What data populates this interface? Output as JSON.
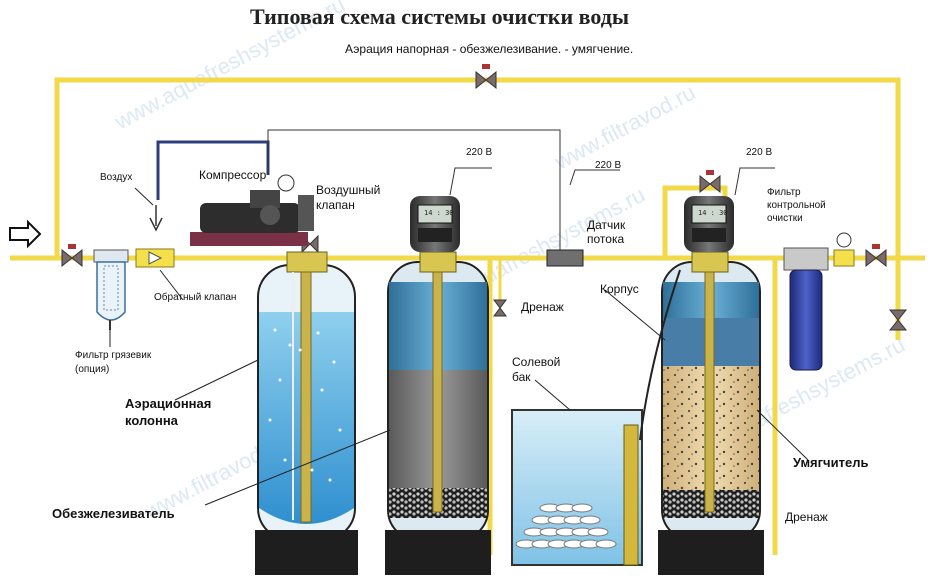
{
  "title": "Типовая схема системы очистки воды",
  "subtitle": "Аэрация напорная - обезжелезивание. - умягчение.",
  "watermark": [
    "www.aquafreshsystems.ru",
    "www.filtravod.ru"
  ],
  "labels": {
    "air": "Воздух",
    "compressor": "Компрессор",
    "air_valve_1": "Воздушный",
    "air_valve_2": "клапан",
    "check_valve": "Обратный клапан",
    "mud_filter_1": "Фильтр грязевик",
    "mud_filter_2": "(опция)",
    "aeration_1": "Аэрационная",
    "aeration_2": "колонна",
    "iron_remover": "Обезжелезиватель",
    "drain_1": "Дренаж",
    "brine_1": "Солевой",
    "brine_2": "бак",
    "flow_sensor_1": "Датчик",
    "flow_sensor_2": "потока",
    "housing": "Корпус",
    "softener": "Умягчитель",
    "drain_2": "Дренаж",
    "control_filter_1": "Фильтр",
    "control_filter_2": "контрольной",
    "control_filter_3": "очистки",
    "voltage_1": "220 В",
    "voltage_2": "220 В",
    "voltage_3": "220 В",
    "controller_time_1": "14 : 30",
    "controller_time_2": "14 : 30"
  },
  "colors": {
    "pipe": "#f2d94a",
    "tank_edge": "#111111",
    "water": "#3a9bd8",
    "gravel": "#2a2a2a",
    "sand": "#e8cfa0",
    "media_gray": "#7d7d7d"
  }
}
